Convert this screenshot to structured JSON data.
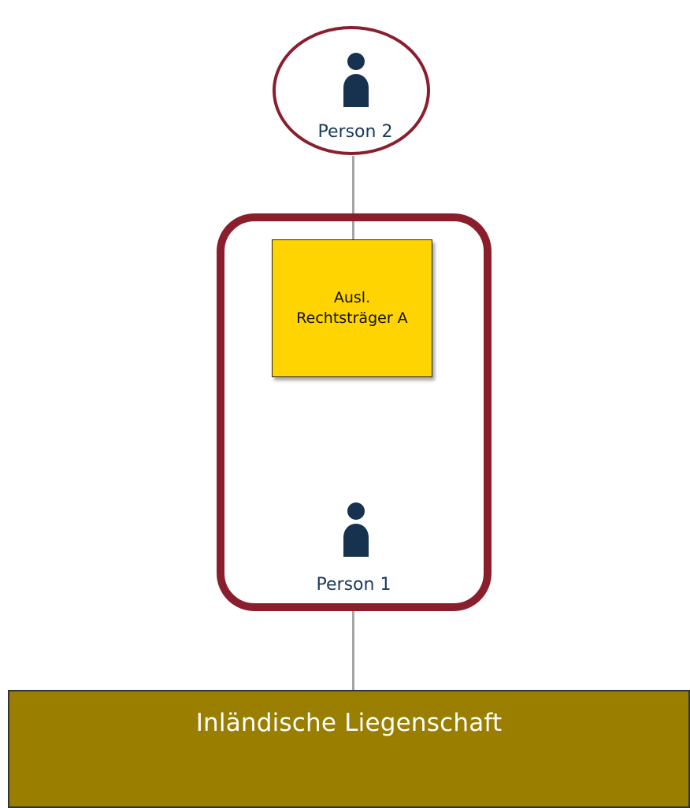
{
  "colors": {
    "accent_border": "#8b1e2d",
    "entity_fill": "#ffd400",
    "property_fill": "#9a7e00",
    "person_icon": "#16324f",
    "label_text": "#1b3a5c",
    "connector": "#a6a6a6"
  },
  "nodes": {
    "person2": {
      "label": "Person 2",
      "icon": "person-icon"
    },
    "entity": {
      "line1": "Ausl.",
      "line2": "Rechtsträger A"
    },
    "person1": {
      "label": "Person 1",
      "icon": "person-icon"
    },
    "property": {
      "label": "Inländische Liegenschaft"
    }
  }
}
